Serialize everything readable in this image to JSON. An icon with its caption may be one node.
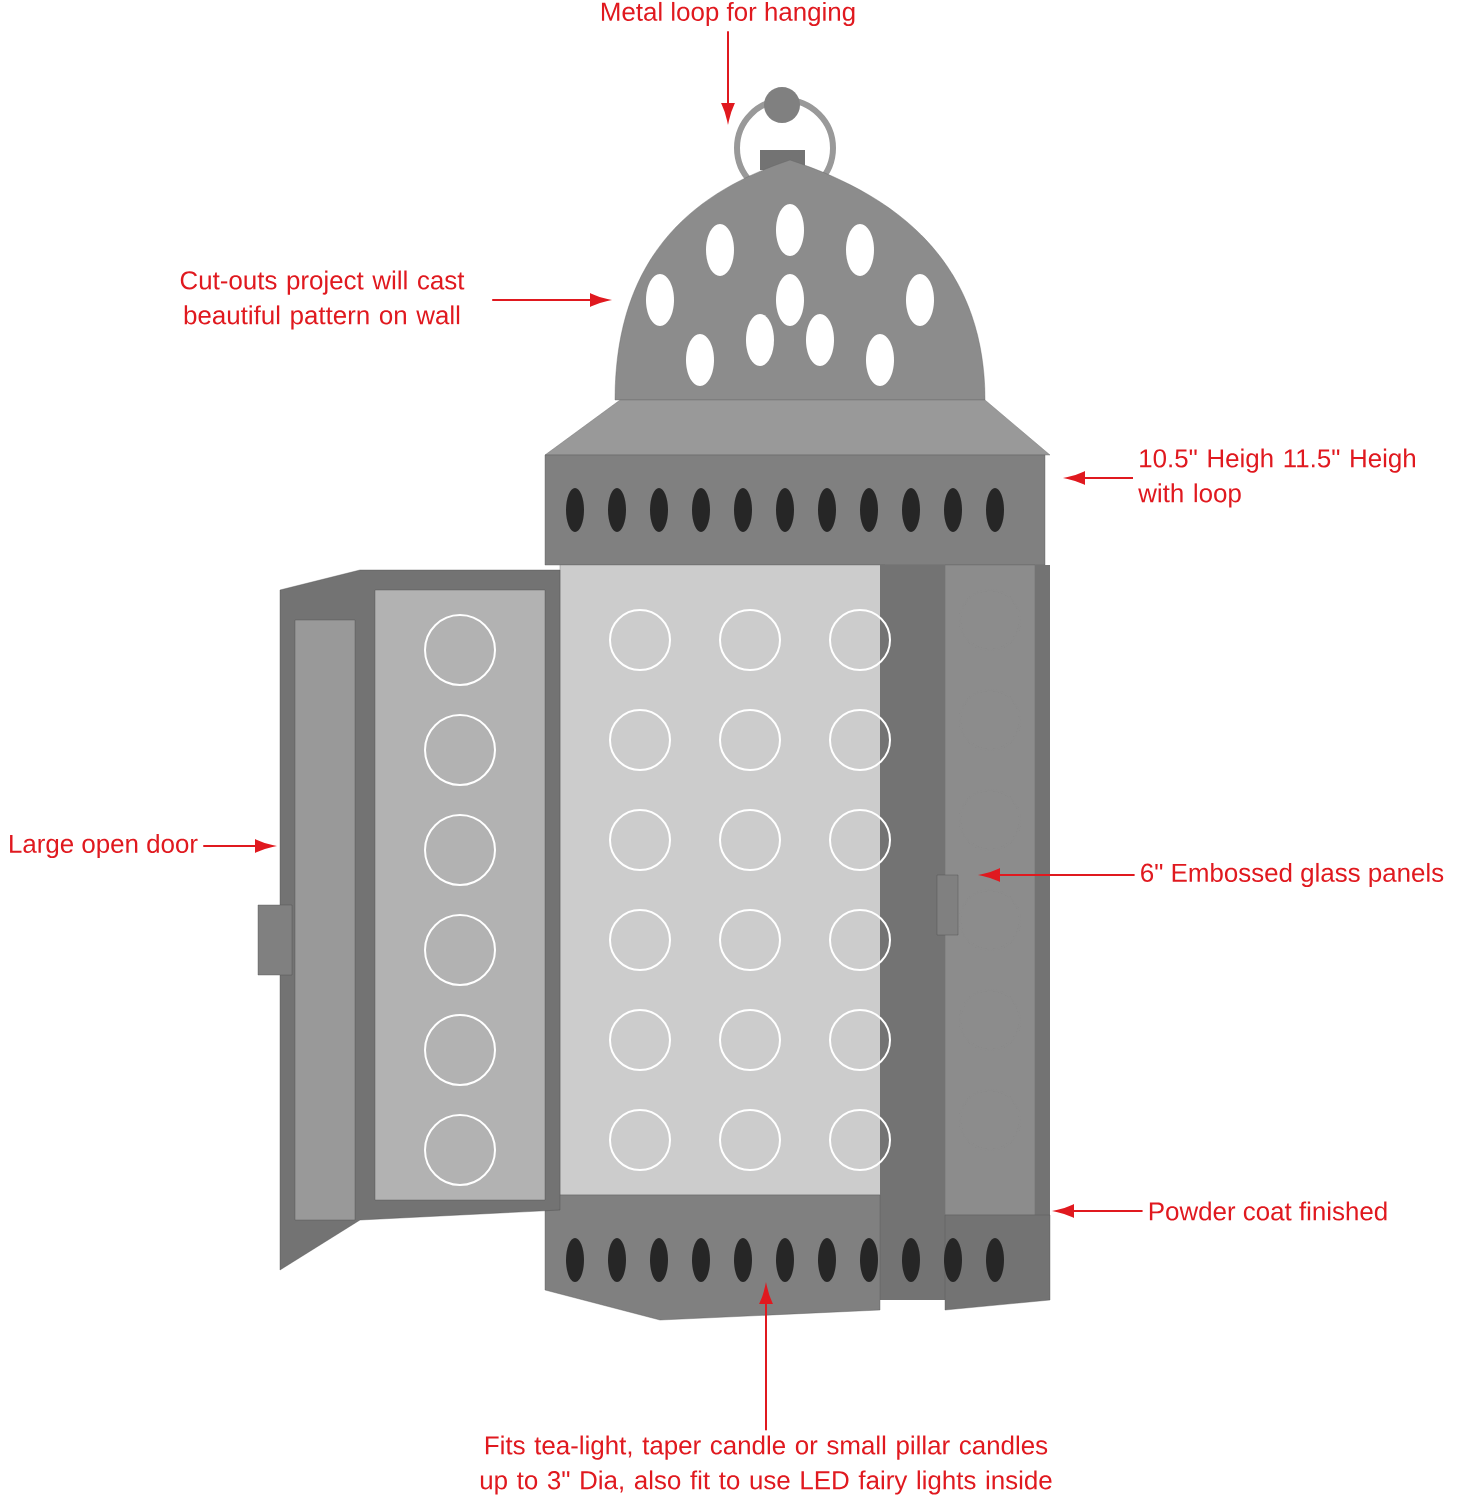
{
  "diagram": {
    "nodes": [
      {
        "text": [
          "Metal loop for hanging"
        ]
      },
      {
        "text": [
          "Cut-outs project will cast beautiful pattern on wall"
        ]
      },
      {
        "text": [
          "10.5\" Heigh 11.5\" Heigh with loop"
        ]
      },
      {
        "text": [
          "Large open door"
        ]
      },
      {
        "text": [
          "6\" Embossed glass panels"
        ]
      },
      {
        "text": [
          "Powder coat finished"
        ]
      },
      {
        "text": [
          "Fits tea-light, taper candle or small pillar candles up to 3\" Dia, also fit to use LED fairy lights inside"
        ]
      }
    ],
    "edges": [
      {
        "from": 0,
        "to": null,
        "arrow": "to"
      },
      {
        "from": 1,
        "to": null,
        "arrow": "to"
      },
      {
        "from": 2,
        "to": null,
        "arrow": "to"
      },
      {
        "from": 3,
        "to": null,
        "arrow": "to"
      },
      {
        "from": 4,
        "to": null,
        "arrow": "to"
      },
      {
        "from": 5,
        "to": null,
        "arrow": "to"
      },
      {
        "from": 6,
        "to": null,
        "arrow": "to"
      }
    ]
  }
}
